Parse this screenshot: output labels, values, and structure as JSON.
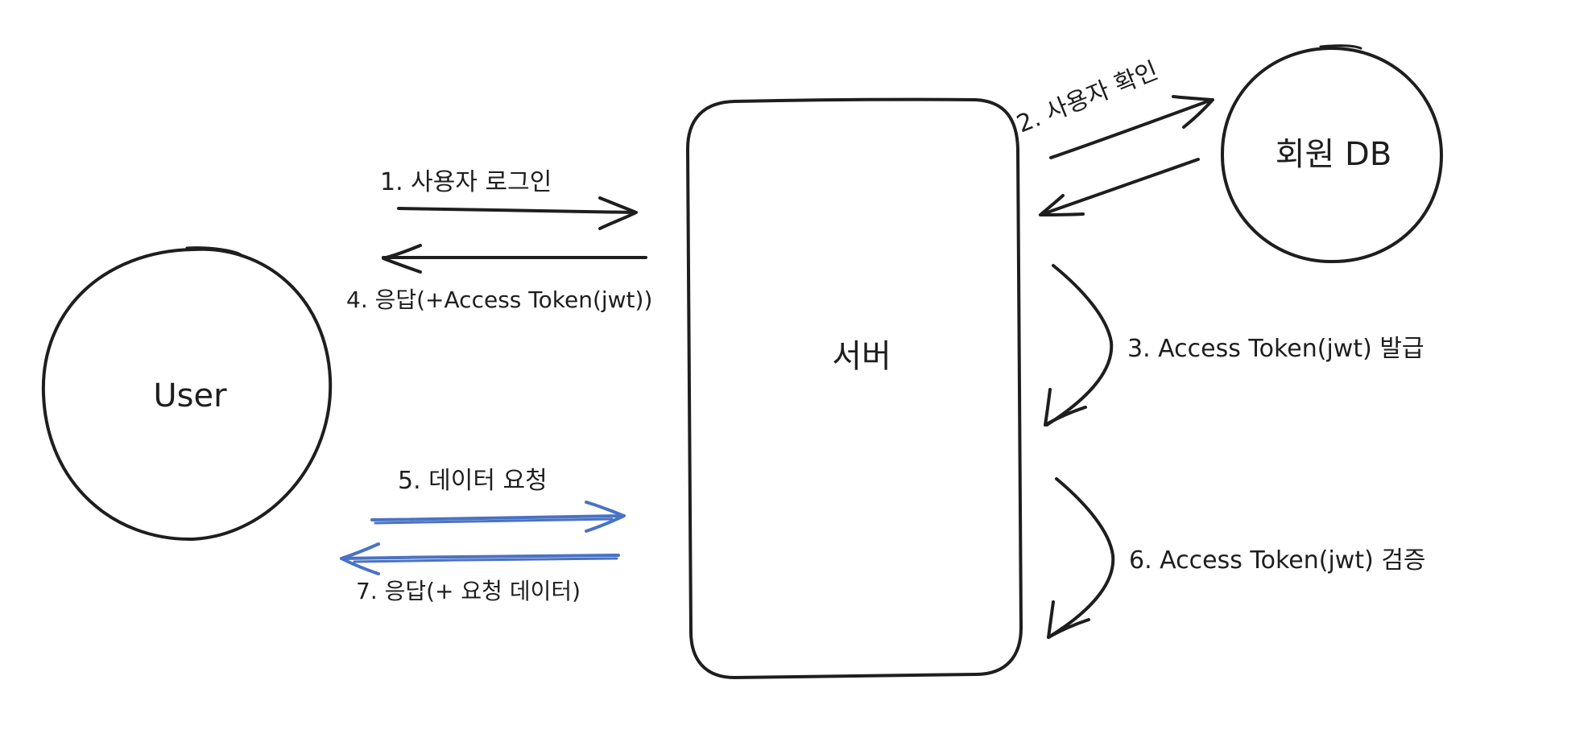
{
  "nodes": {
    "user": {
      "label": "User"
    },
    "server": {
      "label": "서버"
    },
    "member_db": {
      "label": "회원 DB"
    }
  },
  "steps": {
    "s1": {
      "label": "1. 사용자 로그인"
    },
    "s2": {
      "label": "2. 사용자 확인"
    },
    "s3": {
      "label": "3. Access Token(jwt) 발급"
    },
    "s4": {
      "label": "4. 응답(+Access Token(jwt))"
    },
    "s5": {
      "label": "5. 데이터 요청"
    },
    "s6": {
      "label": "6. Access Token(jwt) 검증"
    },
    "s7": {
      "label": "7. 응답(+ 요청 데이터)"
    }
  },
  "colors": {
    "ink": "#1e1e1e",
    "blue": "#4a72c4",
    "background": "#ffffff"
  }
}
